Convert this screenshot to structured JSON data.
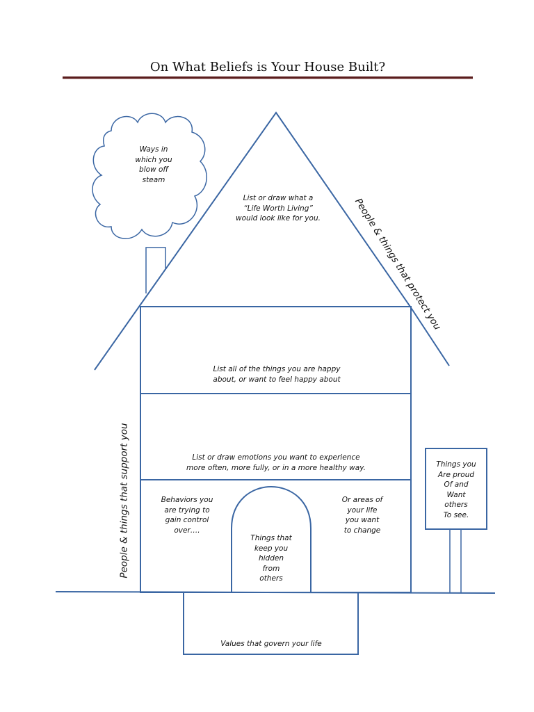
{
  "title": "On What Beliefs is Your House Built?",
  "cloud": {
    "text": "Ways in\nwhich you\nblow off\nsteam"
  },
  "roof": {
    "text": "List or draw what a\n“Life Worth Living”\nwould look like for you.",
    "right_side_label": "People & things that protect you"
  },
  "floors": {
    "upper": "List all of the things you are happy\nabout, or want to feel happy about",
    "middle": "List or draw emotions you want to experience\nmore often, more fully, or in a more healthy way."
  },
  "ground_floor": {
    "left_text": "Behaviors you\nare trying to\ngain control\nover….",
    "right_text": "Or areas of\nyour life\nyou want\nto change",
    "door_text": "Things that\nkeep you\nhidden\nfrom\nothers"
  },
  "left_wall_label": "People & things that support you",
  "sign": {
    "text": "Things you\nAre proud\nOf and\nWant\nothers\nTo see."
  },
  "foundation": {
    "text": "Values that govern your life"
  },
  "colors": {
    "line": "#3a66a3",
    "title_rule": "#5a1d1d"
  },
  "icons": [
    "cloud-shape",
    "chimney-shape",
    "door-arch-shape",
    "sign-post-shape"
  ]
}
